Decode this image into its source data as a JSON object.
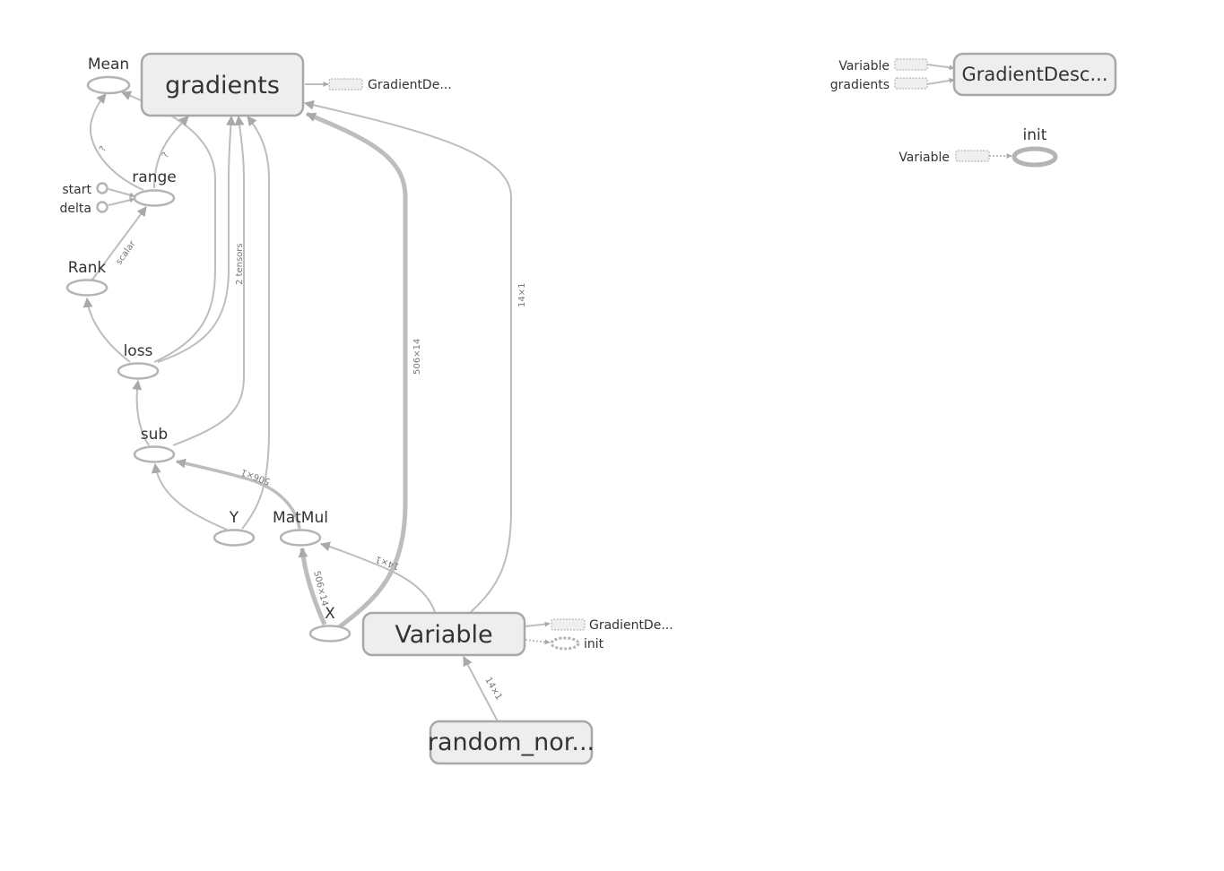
{
  "nodes": {
    "mean": "Mean",
    "gradients": "gradients",
    "range": "range",
    "start": "start",
    "delta": "delta",
    "rank": "Rank",
    "loss": "loss",
    "sub": "sub",
    "y": "Y",
    "matmul": "MatMul",
    "x": "X",
    "variable": "Variable",
    "random_normal": "random_nor...",
    "gradient_descent_stub": "GradientDe...",
    "variable_grad_stub": "GradientDe...",
    "variable_init_stub": "init",
    "gd_node": "GradientDesc...",
    "gd_input_variable": "Variable",
    "gd_input_gradients": "gradients",
    "init_node": "init",
    "init_input_variable": "Variable"
  },
  "edges": {
    "mean_to_range": "?",
    "range_to_gradients": "?",
    "rank_to_range": "scalar",
    "loss_to_gradients": "2 tensors",
    "x_to_gradients": "506×14",
    "variable_to_gradients": "14×1",
    "matmul_to_sub": "506×1",
    "variable_to_matmul": "14×1",
    "x_to_matmul": "506×14",
    "random_to_variable": "14×1"
  },
  "colors": {
    "edge": "#bdbdbd",
    "node_stroke": "#b4b4b4",
    "meta_fill": "#eeeeee"
  }
}
